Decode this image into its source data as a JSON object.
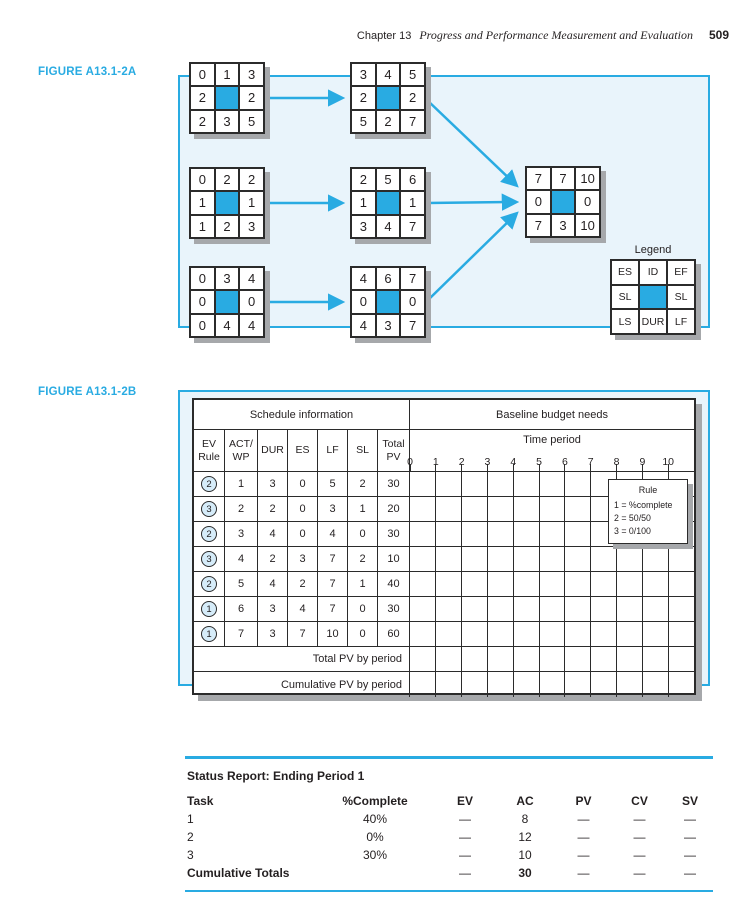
{
  "header": {
    "chapter": "Chapter 13",
    "title": "Progress and Performance Measurement and Evaluation",
    "page_number": "509"
  },
  "colors": {
    "accent": "#29ABE2",
    "panel_fill": "#E9F4FB",
    "line_dark": "#2B2B2B",
    "shadow_gray": "#A6A8AB",
    "ev_circle_fill": "#D6ECF9"
  },
  "figure_a": {
    "label": "FIGURE A13.1-2A",
    "nodes": [
      {
        "task": "1",
        "cells": [
          [
            "0",
            "1",
            "3"
          ],
          [
            "2",
            "",
            "2"
          ],
          [
            "2",
            "3",
            "5"
          ]
        ]
      },
      {
        "task": "4",
        "cells": [
          [
            "3",
            "4",
            "5"
          ],
          [
            "2",
            "",
            "2"
          ],
          [
            "5",
            "2",
            "7"
          ]
        ]
      },
      {
        "task": "2",
        "cells": [
          [
            "0",
            "2",
            "2"
          ],
          [
            "1",
            "",
            "1"
          ],
          [
            "1",
            "2",
            "3"
          ]
        ]
      },
      {
        "task": "5",
        "cells": [
          [
            "2",
            "5",
            "6"
          ],
          [
            "1",
            "",
            "1"
          ],
          [
            "3",
            "4",
            "7"
          ]
        ]
      },
      {
        "task": "3",
        "cells": [
          [
            "0",
            "3",
            "4"
          ],
          [
            "0",
            "",
            "0"
          ],
          [
            "0",
            "4",
            "4"
          ]
        ]
      },
      {
        "task": "6",
        "cells": [
          [
            "4",
            "6",
            "7"
          ],
          [
            "0",
            "",
            "0"
          ],
          [
            "4",
            "3",
            "7"
          ]
        ]
      },
      {
        "task": "7",
        "cells": [
          [
            "7",
            "7",
            "10"
          ],
          [
            "0",
            "",
            "0"
          ],
          [
            "7",
            "3",
            "10"
          ]
        ]
      }
    ],
    "legend": {
      "title": "Legend",
      "cells": [
        [
          "ES",
          "ID",
          "EF"
        ],
        [
          "SL",
          "",
          "SL"
        ],
        [
          "LS",
          "DUR",
          "LF"
        ]
      ]
    }
  },
  "figure_b": {
    "label": "FIGURE A13.1-2B",
    "schedule_header": "Schedule information",
    "budget_header": "Baseline budget needs",
    "time_period_label": "Time period",
    "columns": [
      "EV\nRule",
      "ACT/\nWP",
      "DUR",
      "ES",
      "LF",
      "SL",
      "Total\nPV"
    ],
    "tick_labels": [
      "0",
      "1",
      "2",
      "3",
      "4",
      "5",
      "6",
      "7",
      "8",
      "9",
      "10"
    ],
    "rows": [
      {
        "ev_rule": "2",
        "act_wp": "1",
        "dur": "3",
        "es": "0",
        "lf": "5",
        "sl": "2",
        "total_pv": "30"
      },
      {
        "ev_rule": "3",
        "act_wp": "2",
        "dur": "2",
        "es": "0",
        "lf": "3",
        "sl": "1",
        "total_pv": "20"
      },
      {
        "ev_rule": "2",
        "act_wp": "3",
        "dur": "4",
        "es": "0",
        "lf": "4",
        "sl": "0",
        "total_pv": "30"
      },
      {
        "ev_rule": "3",
        "act_wp": "4",
        "dur": "2",
        "es": "3",
        "lf": "7",
        "sl": "2",
        "total_pv": "10"
      },
      {
        "ev_rule": "2",
        "act_wp": "5",
        "dur": "4",
        "es": "2",
        "lf": "7",
        "sl": "1",
        "total_pv": "40"
      },
      {
        "ev_rule": "1",
        "act_wp": "6",
        "dur": "3",
        "es": "4",
        "lf": "7",
        "sl": "0",
        "total_pv": "30"
      },
      {
        "ev_rule": "1",
        "act_wp": "7",
        "dur": "3",
        "es": "7",
        "lf": "10",
        "sl": "0",
        "total_pv": "60"
      }
    ],
    "footer_rows": [
      "Total PV by period",
      "Cumulative PV by period"
    ],
    "rule_box": {
      "title": "Rule",
      "lines": [
        "1 = %complete",
        "2 = 50/50",
        "3 = 0/100"
      ]
    }
  },
  "status_report": {
    "title": "Status Report: Ending Period 1",
    "columns": [
      "Task",
      "%Complete",
      "EV",
      "AC",
      "PV",
      "CV",
      "SV"
    ],
    "rows": [
      {
        "task": "1",
        "complete": "40%",
        "ev": "—",
        "ac": "8",
        "pv": "—",
        "cv": "—",
        "sv": "—"
      },
      {
        "task": "2",
        "complete": "0%",
        "ev": "—",
        "ac": "12",
        "pv": "—",
        "cv": "—",
        "sv": "—"
      },
      {
        "task": "3",
        "complete": "30%",
        "ev": "—",
        "ac": "10",
        "pv": "—",
        "cv": "—",
        "sv": "—"
      }
    ],
    "totals": {
      "task": "Cumulative Totals",
      "complete": "",
      "ev": "—",
      "ac": "30",
      "pv": "—",
      "cv": "—",
      "sv": "—"
    }
  }
}
